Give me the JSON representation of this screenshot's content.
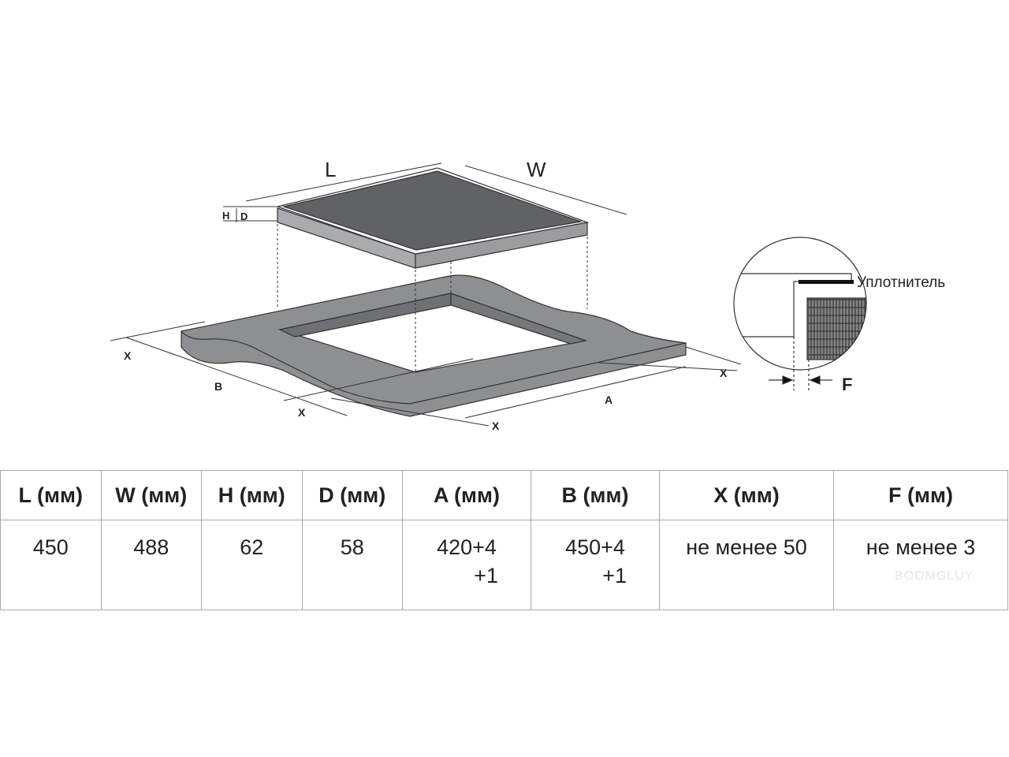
{
  "diagram": {
    "labels": {
      "L": "L",
      "W": "W",
      "H": "H",
      "D": "D",
      "A": "A",
      "B": "B",
      "X": "X",
      "F": "F"
    },
    "seal_label": "Уплотнитель"
  },
  "table": {
    "headers": [
      "L (мм)",
      "W (мм)",
      "H (мм)",
      "D (мм)",
      "A (мм)",
      "B (мм)",
      "X (мм)",
      "F (мм)"
    ],
    "values": [
      "450",
      "488",
      "62",
      "58",
      "420+4",
      "450+4",
      "не менее 50",
      "не менее 3"
    ],
    "tolerances": {
      "A": "+1",
      "B": "+1"
    }
  },
  "watermark": "BOOMGLUY"
}
